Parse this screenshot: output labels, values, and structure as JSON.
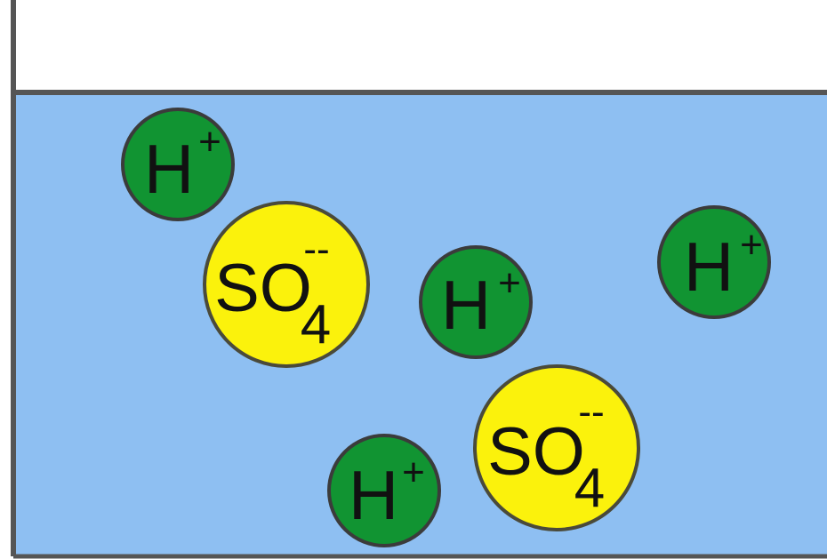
{
  "colors": {
    "water": "#8ebff2",
    "wall": "#555555",
    "hydrogen_fill": "#119432",
    "hydrogen_stroke": "#3b3b3b",
    "sulfate_fill": "#fbf20c",
    "sulfate_stroke": "#4a4a3a"
  },
  "labels": {
    "hydrogen_symbol": "H",
    "hydrogen_charge": "+",
    "sulfate_symbol": "SO",
    "sulfate_charge": "--",
    "sulfate_subscript": "4"
  }
}
